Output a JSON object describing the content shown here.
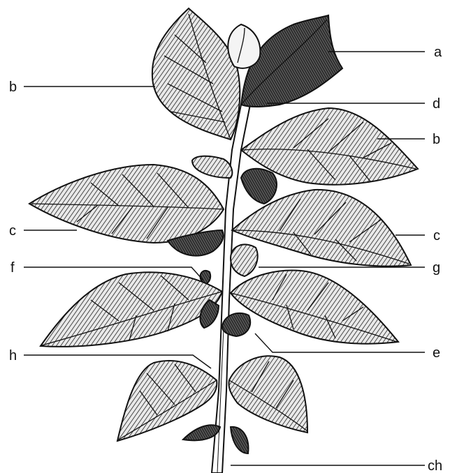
{
  "figure": {
    "labels": {
      "a": "a",
      "b_left": "b",
      "b_right": "b",
      "d": "d",
      "c_left": "c",
      "c_right": "c",
      "f": "f",
      "g": "g",
      "h": "h",
      "e": "e",
      "ch": "ch"
    },
    "colors": {
      "ink": "#111111",
      "paper": "#ffffff",
      "shade": "#2a2a2a",
      "light": "#f4f4f4"
    }
  }
}
